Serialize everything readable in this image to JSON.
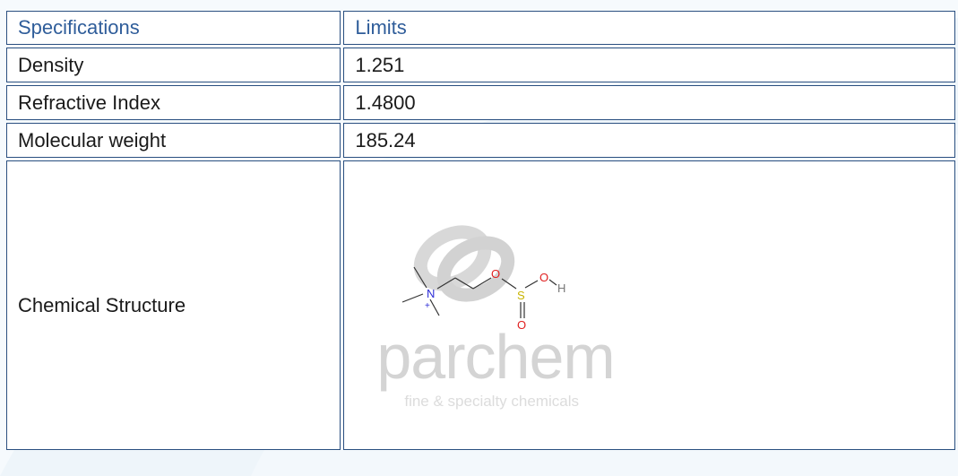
{
  "table": {
    "header": {
      "label": "Specifications",
      "value": "Limits"
    },
    "rows": [
      {
        "label": "Density",
        "value": "1.251"
      },
      {
        "label": "Refractive Index",
        "value": "1.4800"
      },
      {
        "label": "Molecular weight",
        "value": "185.24"
      }
    ],
    "structure_row": {
      "label": "Chemical Structure"
    }
  },
  "watermark": {
    "word": "parchem",
    "tagline": "fine & specialty chemicals"
  },
  "molecule": {
    "atoms": {
      "nitrogen": "N",
      "charge": "+",
      "oxygen": "O",
      "sulfur": "S",
      "hydrogen": "H"
    }
  },
  "colors": {
    "border": "#2a4f80",
    "header_text": "#2f5d9a",
    "background": "#eef5fa",
    "nitrogen": "#2d2dd6",
    "oxygen": "#e02020",
    "sulfur": "#c8b400"
  }
}
